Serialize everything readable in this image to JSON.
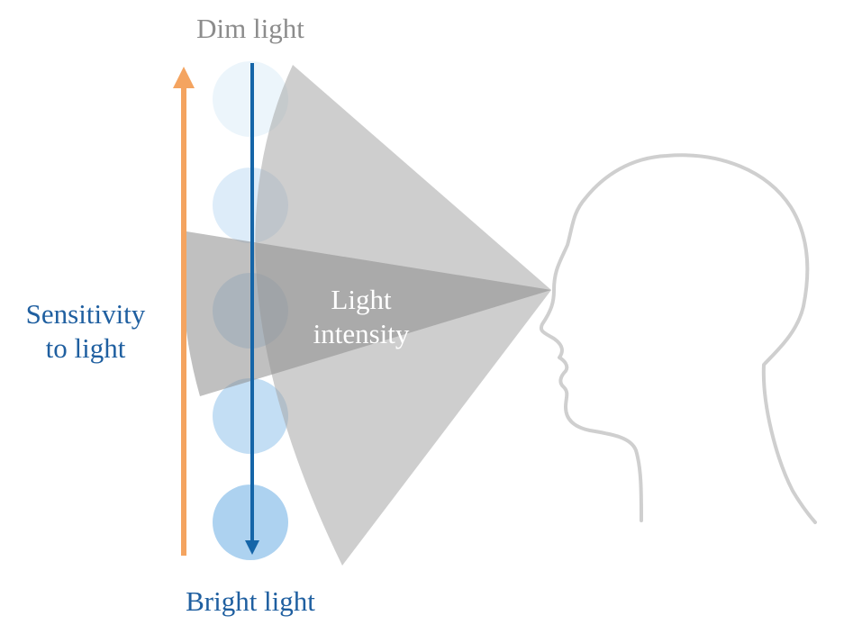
{
  "labels": {
    "dim_light": "Dim light",
    "bright_light": "Bright light",
    "sensitivity": [
      "Sensitivity",
      "to light"
    ],
    "intensity": [
      "Light",
      "intensity"
    ]
  },
  "colors": {
    "sensitivity_arrow": "#f4a460",
    "intensity_arrow": "#1565a8",
    "cone": "#a6a6a6",
    "head_outline": "#cfcfcf",
    "circle_fill": "#a9d0ef"
  },
  "light_levels": [
    {
      "level": 1,
      "opacity": 0.22
    },
    {
      "level": 2,
      "opacity": 0.4
    },
    {
      "level": 3,
      "opacity": 0.55
    },
    {
      "level": 4,
      "opacity": 0.7
    },
    {
      "level": 5,
      "opacity": 0.95
    }
  ]
}
